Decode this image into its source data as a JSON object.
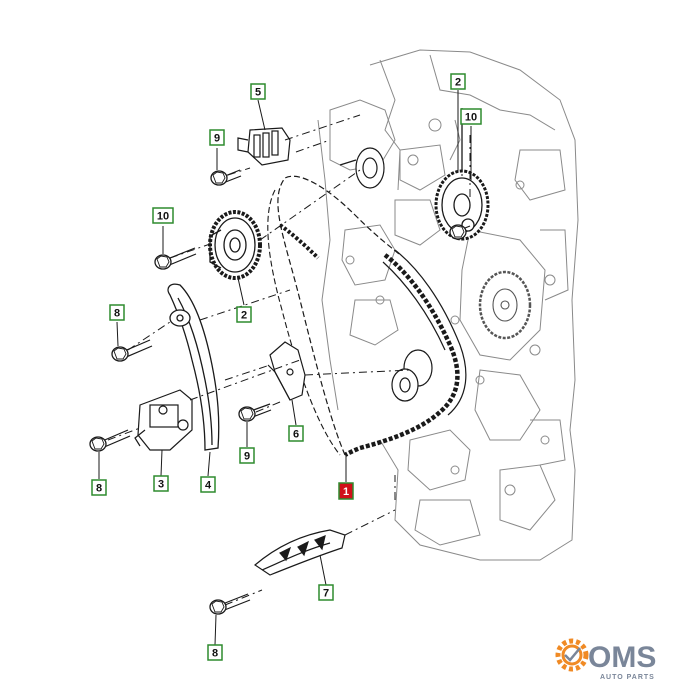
{
  "diagram": {
    "callouts": [
      {
        "id": "c5",
        "label": "5",
        "part": "upper chain guide"
      },
      {
        "id": "c2a",
        "label": "2",
        "part": "camshaft sprocket"
      },
      {
        "id": "c10a",
        "label": "10",
        "part": "sprocket bolt"
      },
      {
        "id": "c9a",
        "label": "9",
        "part": "guide bolt"
      },
      {
        "id": "c10b",
        "label": "10",
        "part": "sprocket bolt"
      },
      {
        "id": "c2b",
        "label": "2",
        "part": "camshaft sprocket"
      },
      {
        "id": "c8a",
        "label": "8",
        "part": "tensioner arm bolt"
      },
      {
        "id": "c6",
        "label": "6",
        "part": "chain guide"
      },
      {
        "id": "c9b",
        "label": "9",
        "part": "guide bolt"
      },
      {
        "id": "c8b",
        "label": "8",
        "part": "tensioner bolt"
      },
      {
        "id": "c3",
        "label": "3",
        "part": "chain tensioner"
      },
      {
        "id": "c4",
        "label": "4",
        "part": "tensioner arm"
      },
      {
        "id": "c1",
        "label": "1",
        "part": "timing chain",
        "highlight": true
      },
      {
        "id": "c7",
        "label": "7",
        "part": "lower chain guide"
      },
      {
        "id": "c8c",
        "label": "8",
        "part": "guide bolt"
      }
    ],
    "colors": {
      "box_border": "#2e8b2e",
      "box_fill": "#ffffff",
      "highlight_fill": "#d0101a",
      "line": "#1a1a1a",
      "engine_line": "#8a8a8a",
      "logo_grey": "#7a8699",
      "logo_orange": "#f08a24"
    }
  },
  "logo": {
    "text": "OMS",
    "subtext": "AUTO PARTS"
  }
}
